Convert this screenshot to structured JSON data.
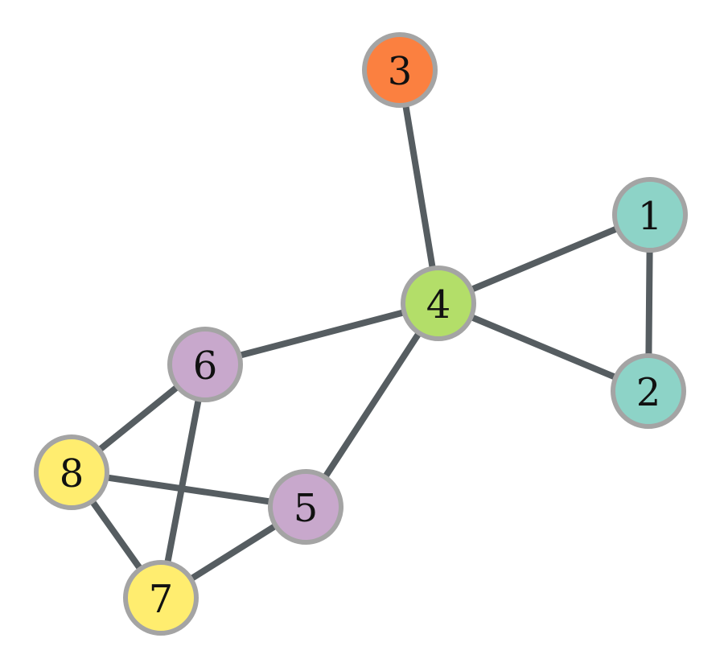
{
  "graph": {
    "nodes": [
      {
        "id": "1",
        "label": "1",
        "color": "#8dd3c7"
      },
      {
        "id": "2",
        "label": "2",
        "color": "#8dd3c7"
      },
      {
        "id": "3",
        "label": "3",
        "color": "#fb8040"
      },
      {
        "id": "4",
        "label": "4",
        "color": "#b3de69"
      },
      {
        "id": "5",
        "label": "5",
        "color": "#c8a8cc"
      },
      {
        "id": "6",
        "label": "6",
        "color": "#c8a8cc"
      },
      {
        "id": "7",
        "label": "7",
        "color": "#ffed6f"
      },
      {
        "id": "8",
        "label": "8",
        "color": "#ffed6f"
      }
    ],
    "edges": [
      {
        "source": "3",
        "target": "4"
      },
      {
        "source": "4",
        "target": "1"
      },
      {
        "source": "4",
        "target": "2"
      },
      {
        "source": "1",
        "target": "2"
      },
      {
        "source": "4",
        "target": "6"
      },
      {
        "source": "4",
        "target": "5"
      },
      {
        "source": "6",
        "target": "8"
      },
      {
        "source": "6",
        "target": "7"
      },
      {
        "source": "8",
        "target": "5"
      },
      {
        "source": "8",
        "target": "7"
      },
      {
        "source": "7",
        "target": "5"
      }
    ],
    "edge_color": "#565d61",
    "node_border_color": "#a4a4a4"
  }
}
